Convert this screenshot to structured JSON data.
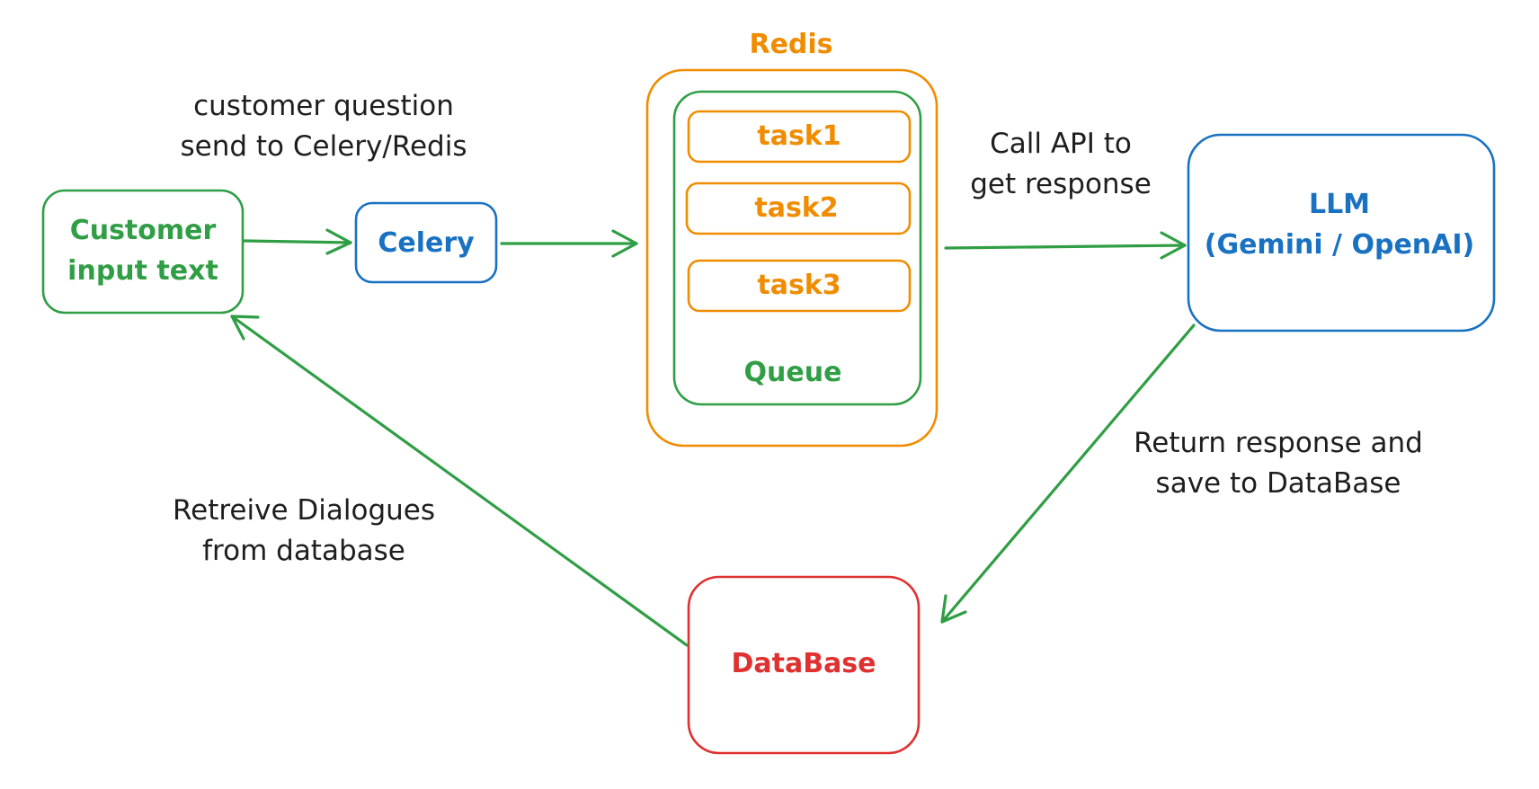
{
  "colors": {
    "green": "#2f9e44",
    "blue": "#1971c2",
    "orange": "#f08c00",
    "red": "#e03131",
    "text": "#1e1e1e"
  },
  "nodes": {
    "customer": {
      "line1": "Customer",
      "line2": "input text"
    },
    "celery": {
      "label": "Celery"
    },
    "redis": {
      "label": "Redis"
    },
    "queue": {
      "label": "Queue"
    },
    "tasks": [
      "task1",
      "task2",
      "task3"
    ],
    "llm": {
      "line1": "LLM",
      "line2": "(Gemini / OpenAI)"
    },
    "database": {
      "label": "DataBase"
    }
  },
  "edge_labels": {
    "to_celery": {
      "line1": "customer question",
      "line2": "send to Celery/Redis"
    },
    "to_llm": {
      "line1": "Call API to",
      "line2": "get response"
    },
    "to_db": {
      "line1": "Return response and",
      "line2": "save to DataBase"
    },
    "to_customer": {
      "line1": "Retreive Dialogues",
      "line2": "from database"
    }
  }
}
